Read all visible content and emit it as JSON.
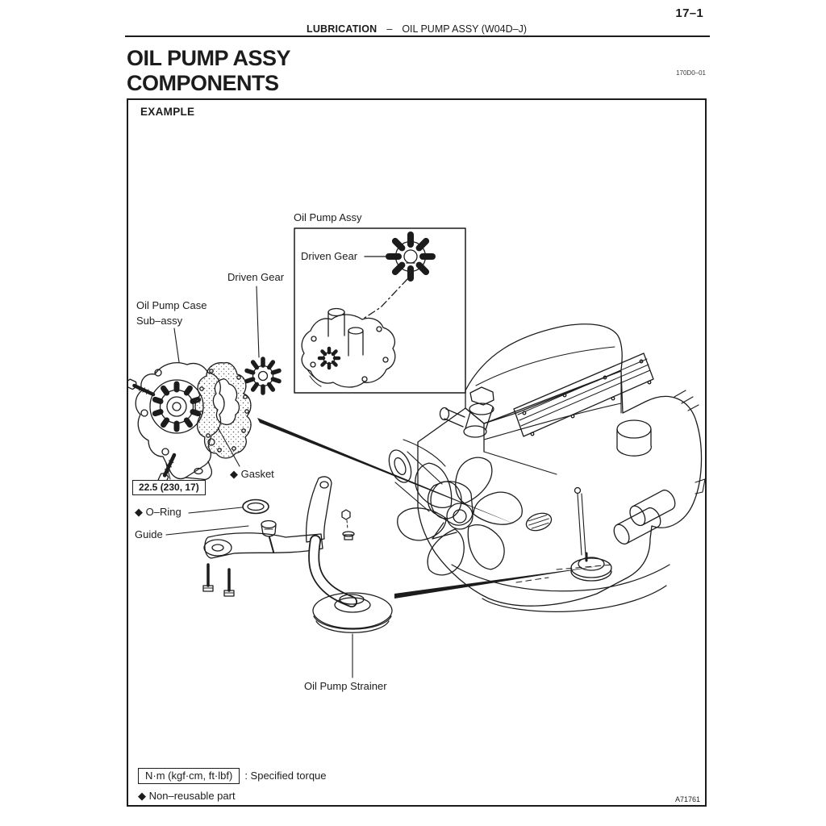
{
  "page": {
    "number": "17–1",
    "header": {
      "section": "LUBRICATION",
      "dash": "–",
      "topic": "OIL PUMP ASSY (W04D–J)"
    },
    "title": "OIL PUMP ASSY",
    "subtitle": "COMPONENTS",
    "doc_code": "170D0–01"
  },
  "figure": {
    "example_label": "EXAMPLE",
    "inset": {
      "title": "Oil Pump Assy",
      "driven_gear_label": "Driven Gear"
    },
    "callouts": {
      "driven_gear": "Driven Gear",
      "case_line1": "Oil Pump Case",
      "case_line2": "Sub–assy",
      "gasket": "◆ Gasket",
      "torque": "22.5 (230, 17)",
      "o_ring": "◆ O–Ring",
      "guide": "Guide",
      "strainer": "Oil Pump Strainer"
    },
    "legend": {
      "torque_unit_box": "N·m (kgf·cm, ft·lbf)",
      "torque_caption": ": Specified torque",
      "non_reusable": "◆ Non–reusable part"
    },
    "figure_code": "A71761"
  },
  "colors": {
    "ink": "#1c1c1c",
    "paper": "#ffffff"
  }
}
